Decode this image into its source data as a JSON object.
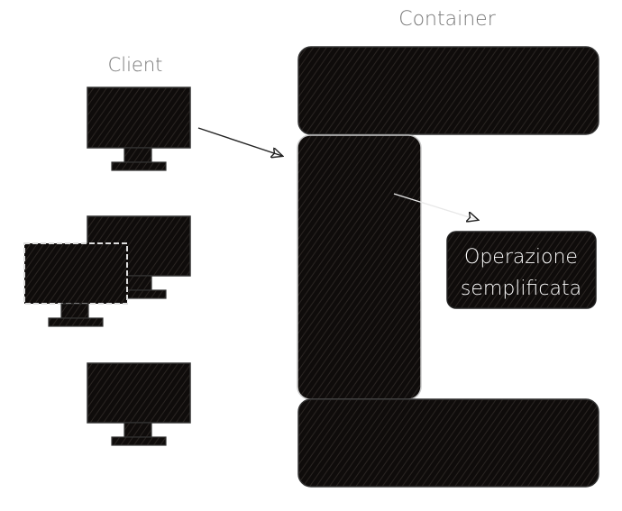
{
  "labels": {
    "client": "Client",
    "container": "Container",
    "callout_line1": "Operazione",
    "callout_line2": "semplificata"
  },
  "colors": {
    "fill": "#0f0c0b",
    "stroke": "#222222",
    "background": "#ffffff",
    "callout_text": "#ffffff",
    "label_text": "#777777"
  }
}
